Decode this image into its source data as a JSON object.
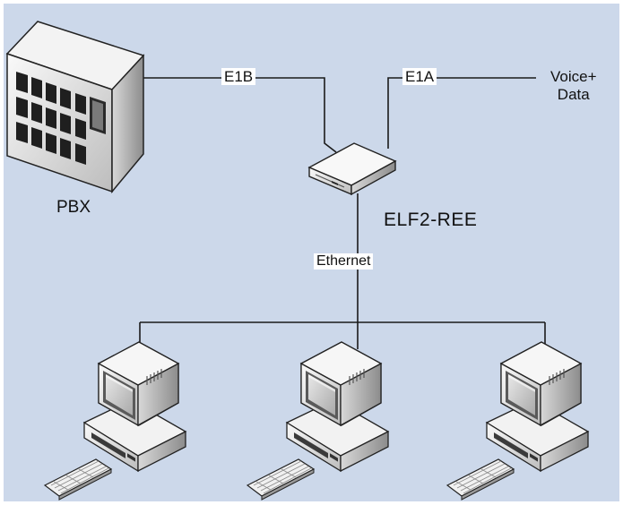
{
  "labels": {
    "pbx": "PBX",
    "device": "ELF2-REE",
    "e1b": "E1B",
    "e1a": "E1A",
    "ethernet": "Ethernet",
    "voice_line1": "Voice+",
    "voice_line2": "Data"
  },
  "nodes": [
    {
      "id": "pbx",
      "type": "pbx-cabinet",
      "label": "PBX"
    },
    {
      "id": "elf2-ree",
      "type": "network-device",
      "label": "ELF2-REE"
    },
    {
      "id": "pc-left",
      "type": "workstation"
    },
    {
      "id": "pc-center",
      "type": "workstation"
    },
    {
      "id": "pc-right",
      "type": "workstation"
    }
  ],
  "edges": [
    {
      "from": "pbx",
      "to": "elf2-ree",
      "label": "E1B"
    },
    {
      "from": "elf2-ree",
      "to": "voice-data",
      "label": "E1A"
    },
    {
      "from": "elf2-ree",
      "to": "pc-left",
      "label": "Ethernet"
    },
    {
      "from": "elf2-ree",
      "to": "pc-center",
      "label": "Ethernet"
    },
    {
      "from": "elf2-ree",
      "to": "pc-right",
      "label": "Ethernet"
    }
  ],
  "colors": {
    "background": "#ccd8ea",
    "line": "#1a1a1a",
    "device_light": "#f4f4f4",
    "device_mid": "#c4c4c4",
    "device_dark": "#6a6a6a"
  }
}
